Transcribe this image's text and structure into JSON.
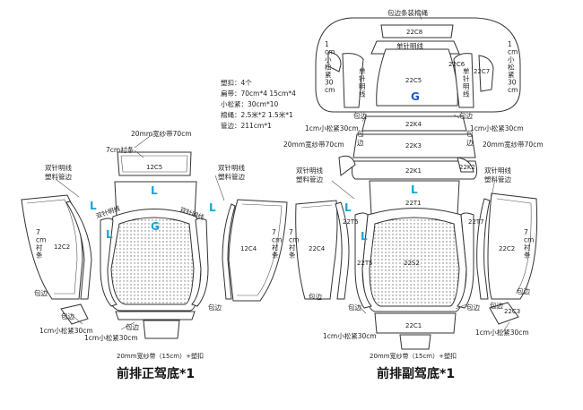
{
  "legend_notes": {
    "l1": "塑扣：4个",
    "l2": "扁带：70cm*4  15cm*4",
    "l3": "小松紧：30cm*10",
    "l4": "棉绳：2.5米*2  1.5米*1",
    "l5": "管边：211cm*1"
  },
  "left": {
    "title": "前排正驾底*1",
    "pieces": {
      "c5": "12C5",
      "c2": "12C2",
      "c4": "12C4"
    },
    "labels": {
      "tape_top": "20mm宽纱带70cm",
      "lining_top": "7cm衬条",
      "side_left": "双针明线\n塑料管边",
      "side_right": "双针明线\n塑料管边",
      "lining_left": "7\ncm\n衬\n条",
      "lining_right": "7\ncm\n衬\n条",
      "edge1": "包边",
      "edge2": "包边",
      "edge3": "包边",
      "edge4": "包边",
      "elastic_left": "1cm小松紧30cm",
      "elastic_bottom": "1cm小松紧30cm",
      "tape_bottom": "20mm宽纱带（15cm）+塑扣",
      "twin_l": "双针明线",
      "twin_r": "双针明线"
    },
    "markers": {
      "L1": "L",
      "L2": "L",
      "L3": "L",
      "L4": "L",
      "G": "G"
    }
  },
  "right": {
    "title": "前排副驾底*1",
    "pieces": {
      "c8": "22C8",
      "c5": "22C5",
      "c6": "22C6",
      "c7": "22C7",
      "k4": "22K4",
      "k3": "22K3",
      "k1": "22K1",
      "k2": "22K2",
      "t1": "22T1",
      "t6": "22T6",
      "t7": "22T7",
      "t5": "22T5",
      "s2": "22S2",
      "c4": "22C4",
      "c2": "22C2",
      "c1": "22C1",
      "c3": "22C3"
    },
    "labels": {
      "top_edge": "包边条装棉绳",
      "single_top": "单针明线",
      "single_left": "单\n针\n明\n线",
      "single_right": "单\n针\n明\n线",
      "elastic_side_l": "1\ncm\n小\n松\n紧\n30\ncm",
      "elastic_side_r": "1\ncm\n小\n松\n紧\n30\ncm",
      "edge_k4": "包边",
      "elastic_k4_l": "1cm小松紧30cm",
      "elastic_k4_r": "1cm小松紧30cm",
      "edge_l": "包\n边",
      "edge_r": "包\n边",
      "tape_k3_l": "20mm宽纱带70cm",
      "tape_k3_r": "20mm宽纱带70cm",
      "side_left": "双针明线\n塑料管边",
      "side_right": "双针明线\n塑料管边",
      "lining_left": "7\ncm\n衬\n条",
      "lining_right": "7\ncm\n衬\n条",
      "edge_bl": "包边",
      "edge_br": "包边",
      "edge_b": "包边",
      "elastic_bottom": "1cm小松紧30cm",
      "elastic_br": "1cm小松紧30cm",
      "edge_c3": "包边",
      "tape_bottom": "20mm宽纱带（15cm）+塑扣"
    },
    "markers": {
      "G": "G",
      "L1": "L",
      "L2": "L",
      "L3": "L"
    }
  }
}
